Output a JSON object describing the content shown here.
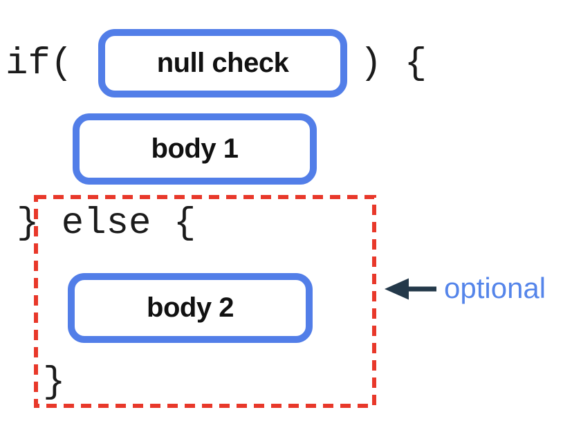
{
  "diagram": {
    "code_line_1_prefix": "if(",
    "code_line_1_suffix": ") {",
    "condition_box_label": "null check",
    "body1_box_label": "body 1",
    "code_else_line": "} else {",
    "body2_box_label": "body 2",
    "code_closing_brace": "}",
    "annotation_label": "optional"
  },
  "colors": {
    "box_border_blue": "#527EE8",
    "dashed_red": "#E8382A",
    "annotation_blue": "#5585EA",
    "arrow_dark": "#24394A",
    "code_text": "#1B1B1B"
  }
}
